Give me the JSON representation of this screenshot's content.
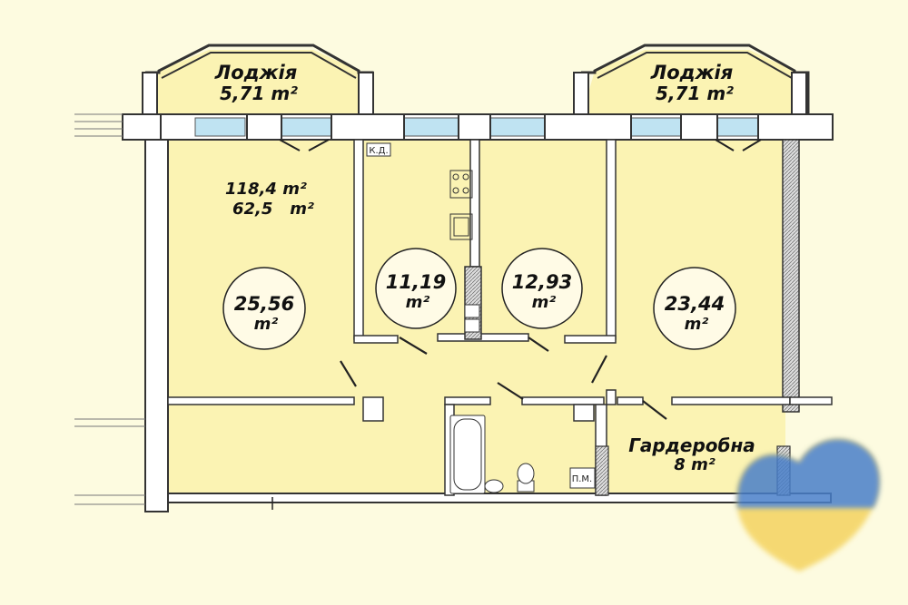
{
  "plan": {
    "loggia_left": {
      "name": "Лоджія",
      "area": "5,71 m²"
    },
    "loggia_right": {
      "name": "Лоджія",
      "area": "5,71 m²"
    },
    "total_area": "118,4 m²",
    "living_area": "62,5   m²",
    "rooms": [
      {
        "value": "25,56",
        "unit": "m²"
      },
      {
        "value": "11,19",
        "unit": "m²"
      },
      {
        "value": "12,93",
        "unit": "m²"
      },
      {
        "value": "23,44",
        "unit": "m²"
      }
    ],
    "wardrobe": {
      "name": "Гардеробна",
      "area": "8 m²"
    },
    "kd_label": "К.Д.",
    "pm_label": "П.М."
  },
  "colors": {
    "background": "#fdfbe0",
    "floor": "#fbf3b3",
    "wall": "#3a3a3a",
    "window_glass": "#bfe3f2",
    "flag_blue": "#4a7fc9",
    "flag_yellow": "#f4d35e"
  }
}
